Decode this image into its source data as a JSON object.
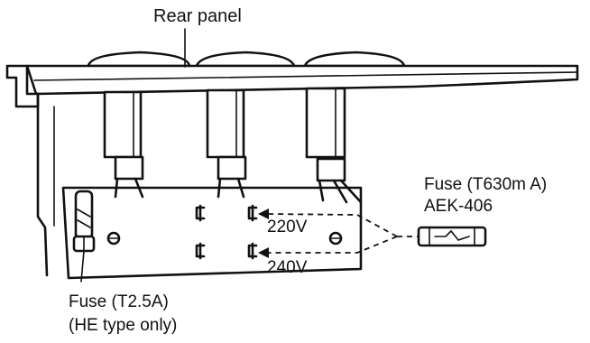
{
  "labels": {
    "rear_panel": "Rear panel",
    "fuse_small_line1": "Fuse (T630m A)",
    "fuse_small_line2": "AEK-406",
    "voltage_220": "220V",
    "voltage_240": "240V",
    "fuse_large_line1": "Fuse (T2.5A)",
    "fuse_large_line2": "(HE type only)"
  },
  "colors": {
    "ink": "#111111",
    "background": "#ffffff"
  }
}
